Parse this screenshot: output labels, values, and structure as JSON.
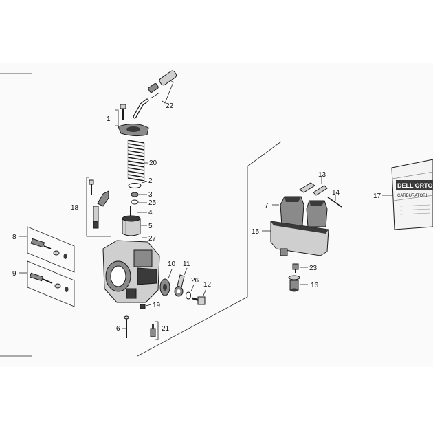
{
  "callouts": {
    "c1": "1",
    "c2": "2",
    "c3": "3",
    "c4": "4",
    "c5": "5",
    "c6": "6",
    "c7": "7",
    "c8": "8",
    "c9": "9",
    "c10": "10",
    "c11": "11",
    "c12": "12",
    "c13": "13",
    "c14": "14",
    "c15": "15",
    "c16": "16",
    "c17": "17",
    "c18": "18",
    "c19": "19",
    "c20": "20",
    "c21": "21",
    "c22": "22",
    "c23": "23",
    "c25": "25",
    "c26": "26",
    "c27": "27"
  },
  "kit_box": {
    "brand_text": "DELL'ORTO",
    "subtitle_text": "CARBURATORI"
  },
  "colors": {
    "line": "#1a1a1a",
    "shade_dark": "#3a3a3a",
    "shade_mid": "#8a8a8a",
    "shade_light": "#cfcfcf",
    "paper": "#ffffff",
    "panel_bg": "#f4f4f4"
  }
}
